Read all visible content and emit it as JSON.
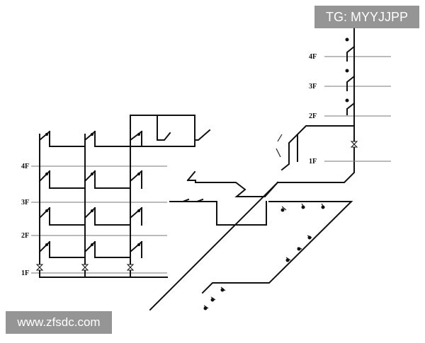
{
  "watermark_top": "TG: MYYJJPP",
  "watermark_bottom": "www.zfsdc.com",
  "left_floors": [
    "4F",
    "3F",
    "2F",
    "1F"
  ],
  "right_floors": [
    "4F",
    "3F",
    "2F",
    "1F"
  ]
}
